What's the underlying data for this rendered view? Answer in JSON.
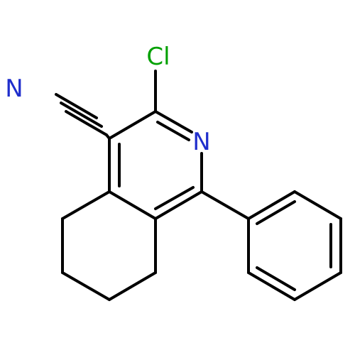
{
  "molecule": {
    "atoms": {
      "chlorine": {
        "symbol": "Cl",
        "color": "#00a000"
      },
      "ring_nitrogen": {
        "symbol": "N",
        "color": "#1f2ecc"
      },
      "nitrile_nitrogen": {
        "symbol": "N",
        "color": "#1f2ecc"
      }
    },
    "bond_color": "#000000"
  }
}
